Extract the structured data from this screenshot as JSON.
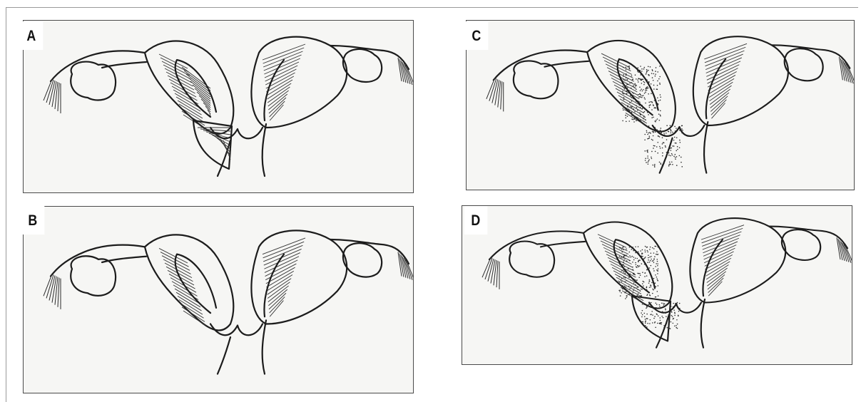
{
  "panels": [
    {
      "label": "A",
      "variant": "hatched-defect-with-lower-pouch",
      "icon": "uterus-diagram-icon"
    },
    {
      "label": "B",
      "variant": "mild-defect",
      "icon": "uterus-diagram-icon"
    },
    {
      "label": "C",
      "variant": "stippled-defect-with-outflow",
      "icon": "uterus-diagram-icon"
    },
    {
      "label": "D",
      "variant": "stippled-defect-with-lower-pouch",
      "icon": "uterus-diagram-icon"
    }
  ],
  "colors": {
    "ink": "#1c1c1c",
    "paper": "#f6f6f4",
    "frame": "#9a9a9a"
  }
}
